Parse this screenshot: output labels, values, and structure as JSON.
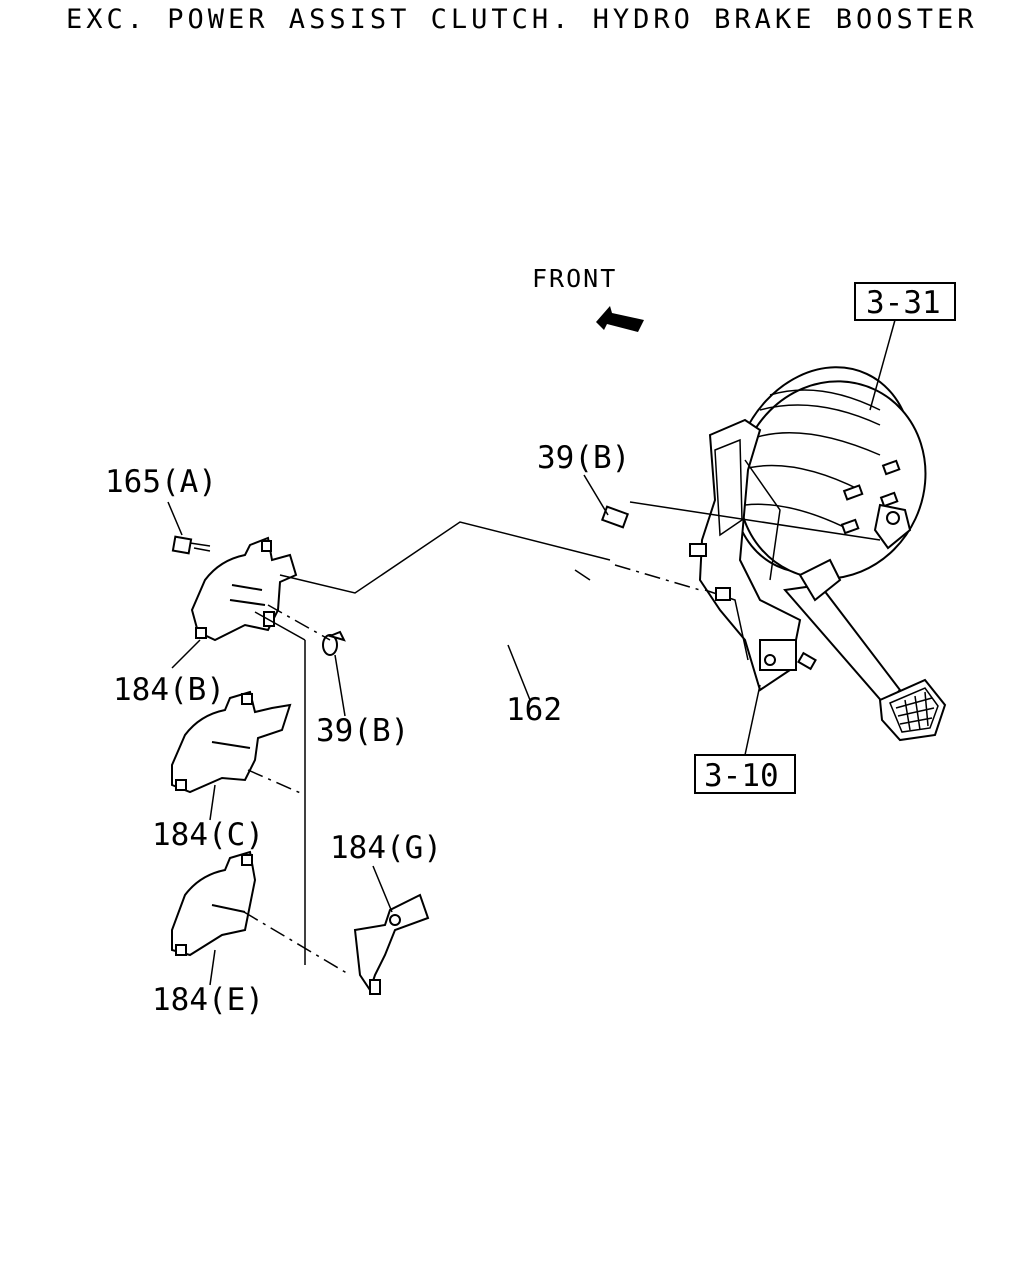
{
  "title": "EXC. POWER ASSIST CLUTCH. HYDRO BRAKE BOOSTER",
  "front_label": "FRONT",
  "icons": {
    "direction": "front-arrow-icon"
  },
  "labels": {
    "p165a": "165(A)",
    "p184b": "184(B)",
    "p184c": "184(C)",
    "p184e": "184(E)",
    "p184g": "184(G)",
    "p39b_top": "39(B)",
    "p39b_low": "39(B)",
    "p162": "162",
    "ref331": "3-31",
    "ref310": "3-10"
  }
}
